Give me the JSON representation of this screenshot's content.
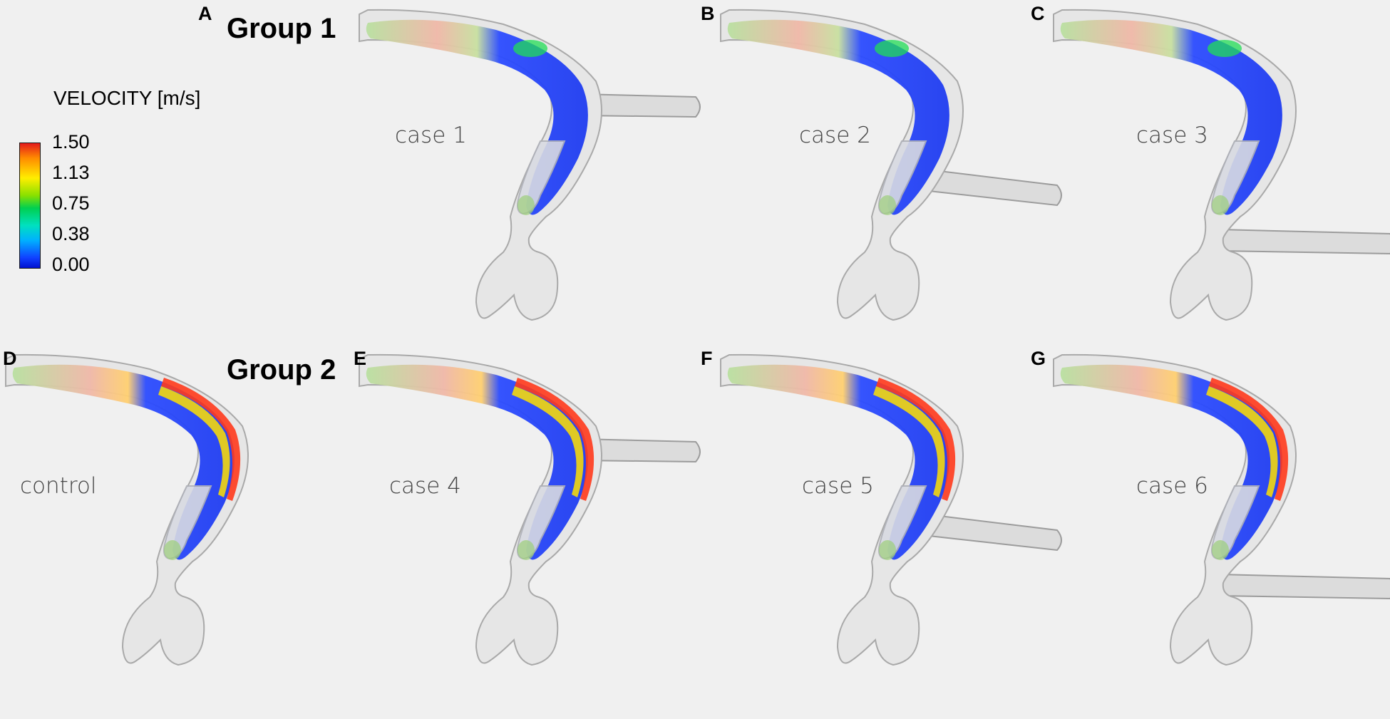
{
  "groups": [
    {
      "title": "Group 1"
    },
    {
      "title": "Group 2"
    }
  ],
  "legend": {
    "title": "VELOCITY [m/s]",
    "ticks": [
      "1.50",
      "1.13",
      "0.75",
      "0.38",
      "0.00"
    ]
  },
  "panels": [
    {
      "letter": "A",
      "label": "case 1",
      "group": 1,
      "jet": "weak",
      "pipe": "upper"
    },
    {
      "letter": "B",
      "label": "case 2",
      "group": 1,
      "jet": "weak",
      "pipe": "middle"
    },
    {
      "letter": "C",
      "label": "case 3",
      "group": 1,
      "jet": "weak",
      "pipe": "lower"
    },
    {
      "letter": "D",
      "label": "control",
      "group": 2,
      "jet": "strong",
      "pipe": "none"
    },
    {
      "letter": "E",
      "label": "case 4",
      "group": 2,
      "jet": "strong",
      "pipe": "upper"
    },
    {
      "letter": "F",
      "label": "case 5",
      "group": 2,
      "jet": "strong",
      "pipe": "middle"
    },
    {
      "letter": "G",
      "label": "case 6",
      "group": 2,
      "jet": "strong",
      "pipe": "lower"
    }
  ],
  "colors": {
    "velocity_low": "#0a2bff",
    "velocity_mid": "#00e080",
    "velocity_high": "#e41a1c",
    "background": "#f0f0f0"
  }
}
